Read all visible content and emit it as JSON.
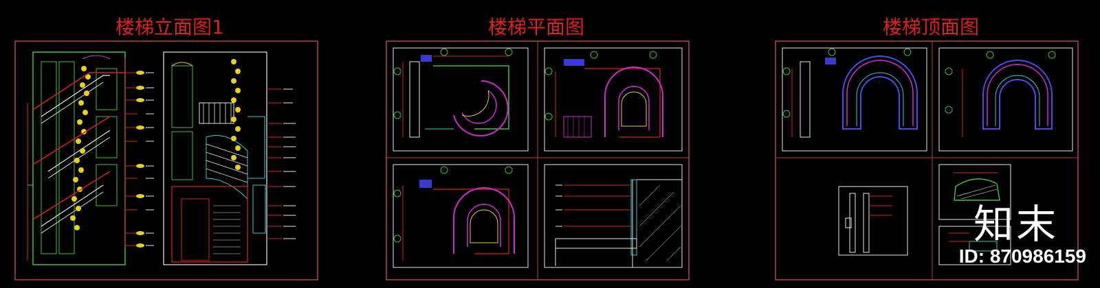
{
  "titles": {
    "elevation": "楼梯立面图1",
    "plan": "楼梯平面图",
    "ceiling": "楼梯顶面图"
  },
  "watermark": {
    "brand": "知末",
    "id": "ID: 870986159"
  },
  "colors": {
    "background": "#000000",
    "frame": "#b5463a",
    "title": "#e01e1e",
    "magenta": "#d02ad0",
    "cyan": "#2ad0d0",
    "green": "#3ac23a",
    "yellow": "#e8d21e",
    "red": "#e01e1e",
    "blue": "#4a4af0",
    "white": "#e8e8e8"
  }
}
